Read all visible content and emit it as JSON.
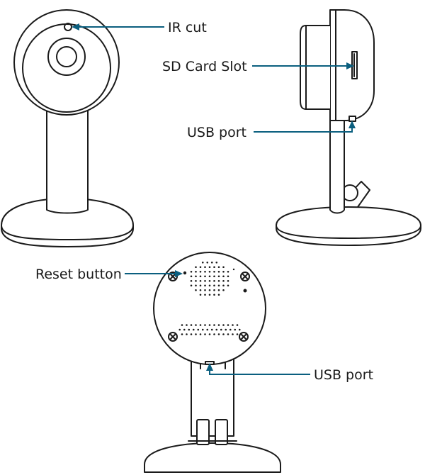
{
  "callouts": {
    "ir_cut": "IR cut",
    "sd_card_slot": "SD Card Slot",
    "usb_port_side": "USB port",
    "reset_button": "Reset button",
    "usb_port_back": "USB port"
  },
  "colors": {
    "leader": "#0b5f7f",
    "outline": "#1a1a1a",
    "background": "#ffffff"
  }
}
